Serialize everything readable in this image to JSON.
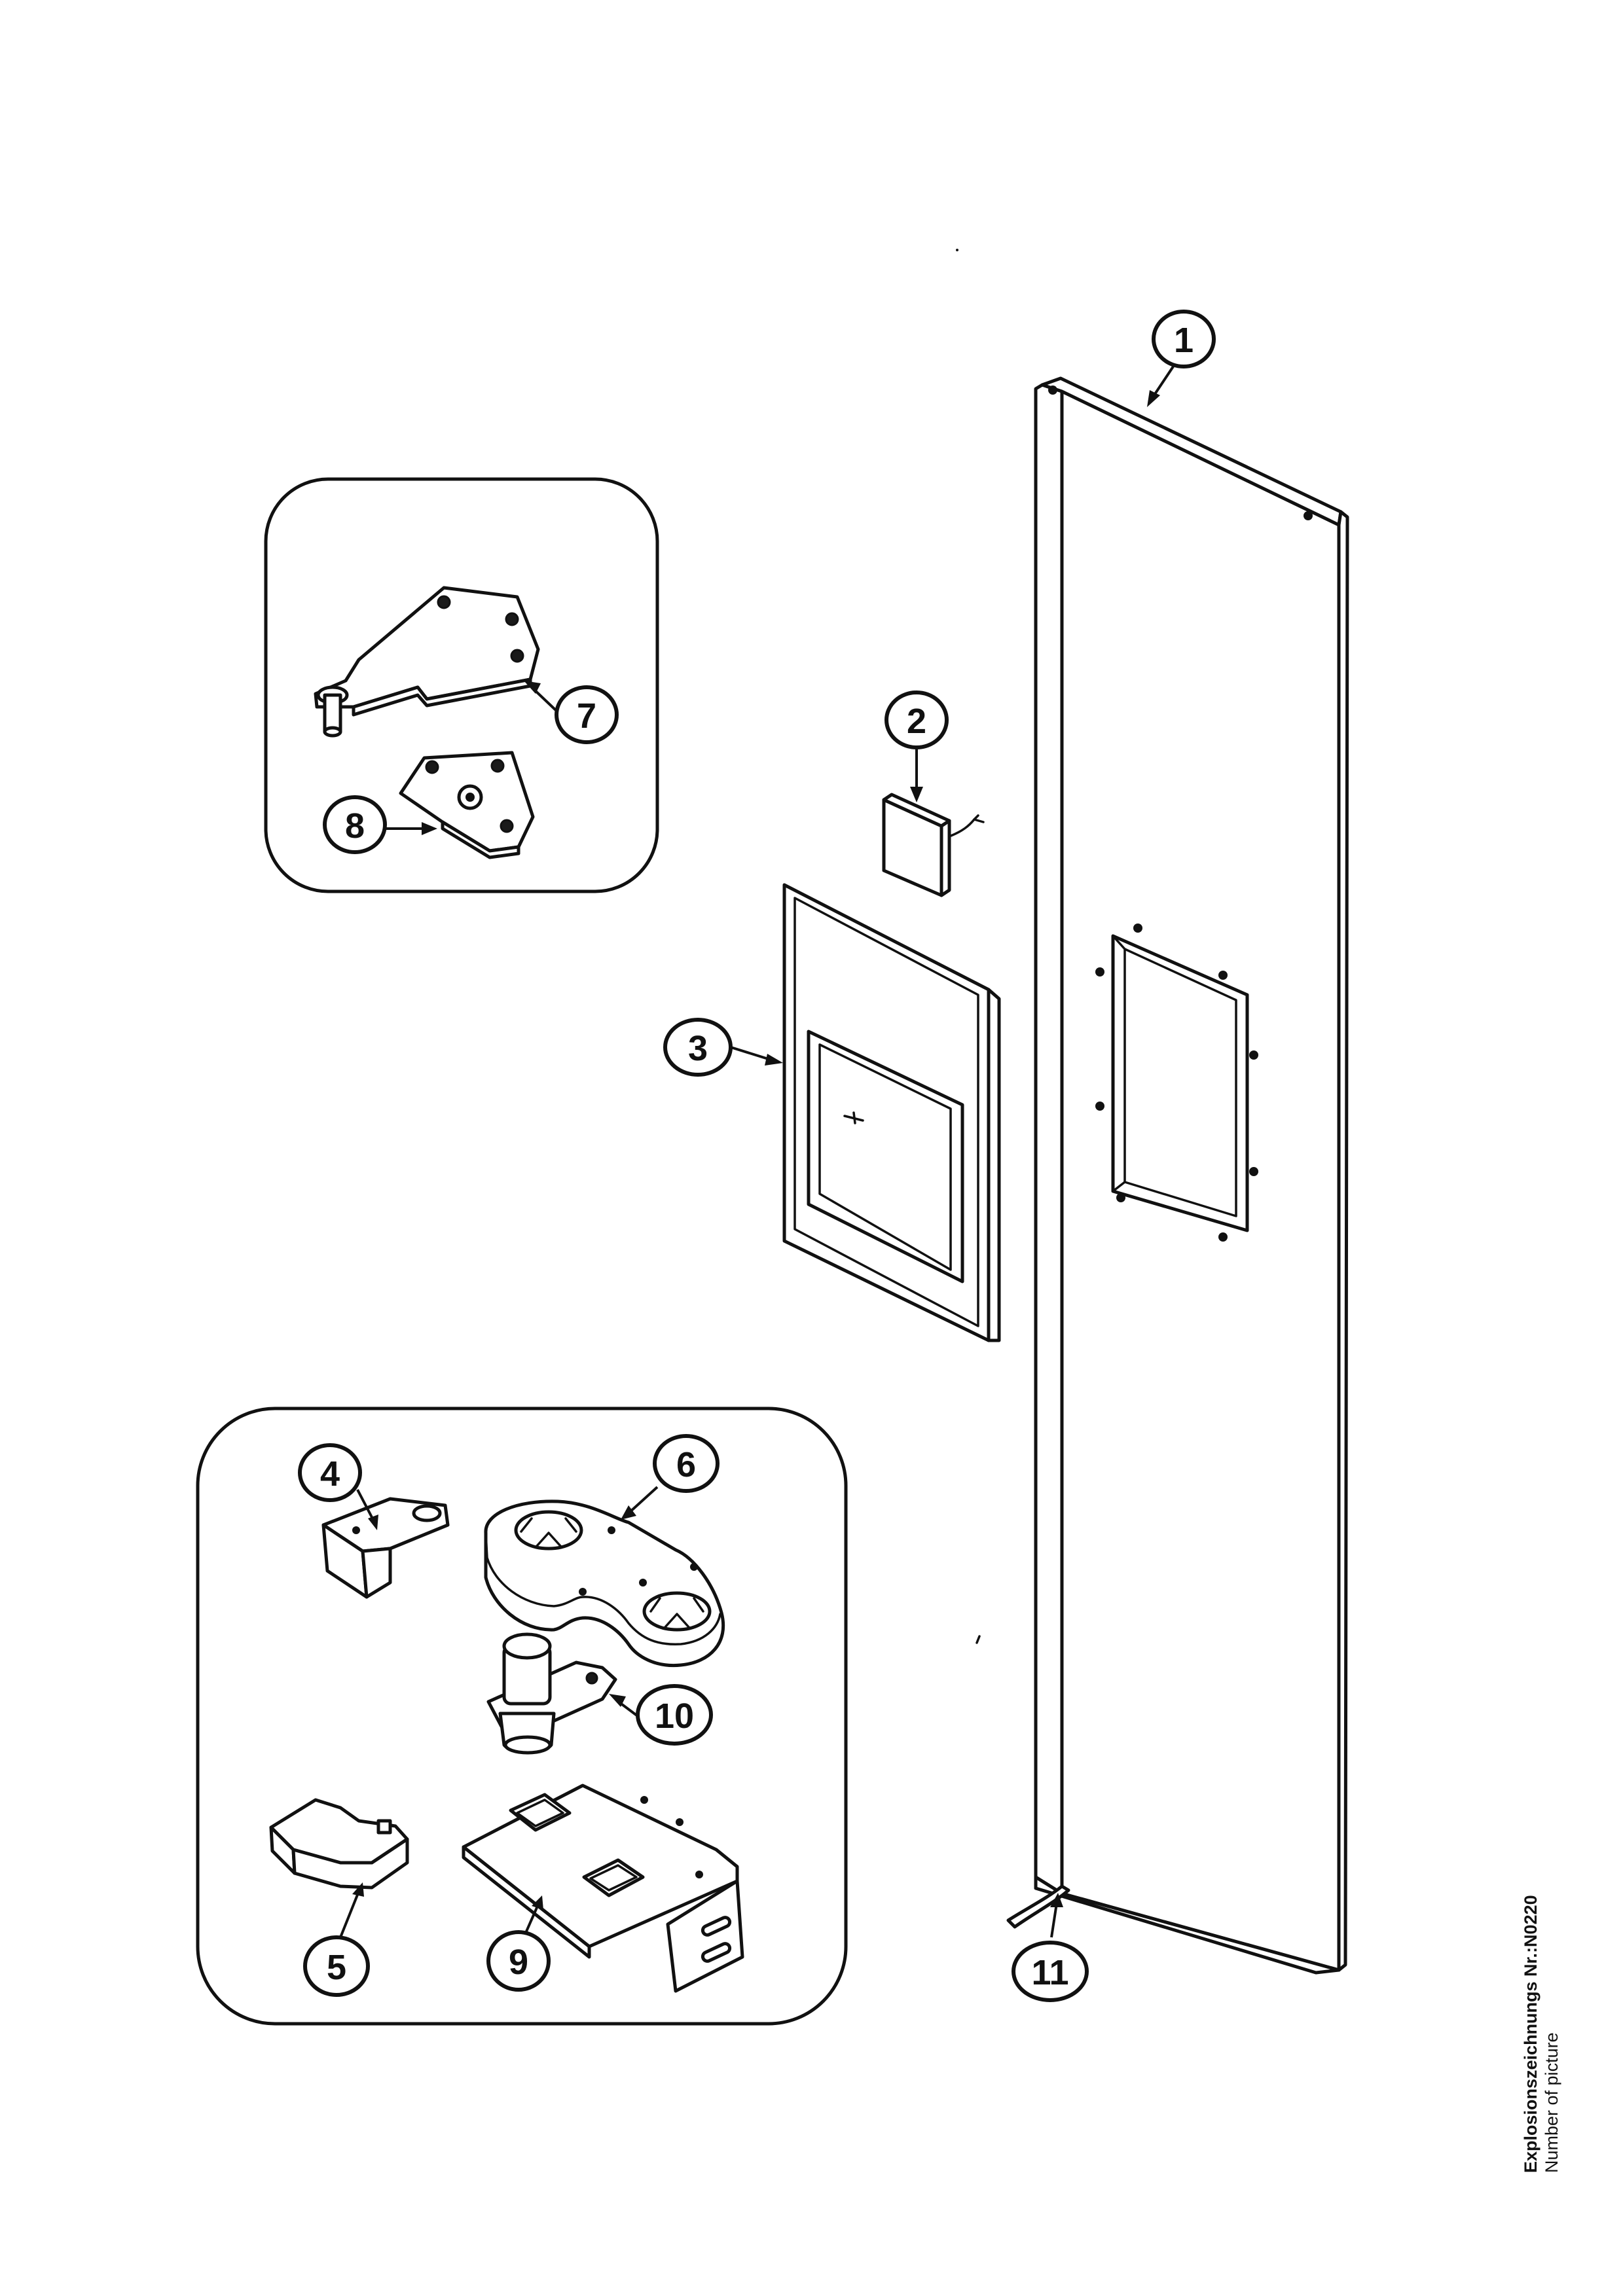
{
  "callouts": {
    "c1": "1",
    "c2": "2",
    "c3": "3",
    "c4": "4",
    "c5": "5",
    "c6": "6",
    "c7": "7",
    "c8": "8",
    "c9": "9",
    "c10": "10",
    "c11": "11"
  },
  "caption": {
    "title": "Explosionszeichnungs Nr.:N0220",
    "subtitle": "Number of picture"
  }
}
